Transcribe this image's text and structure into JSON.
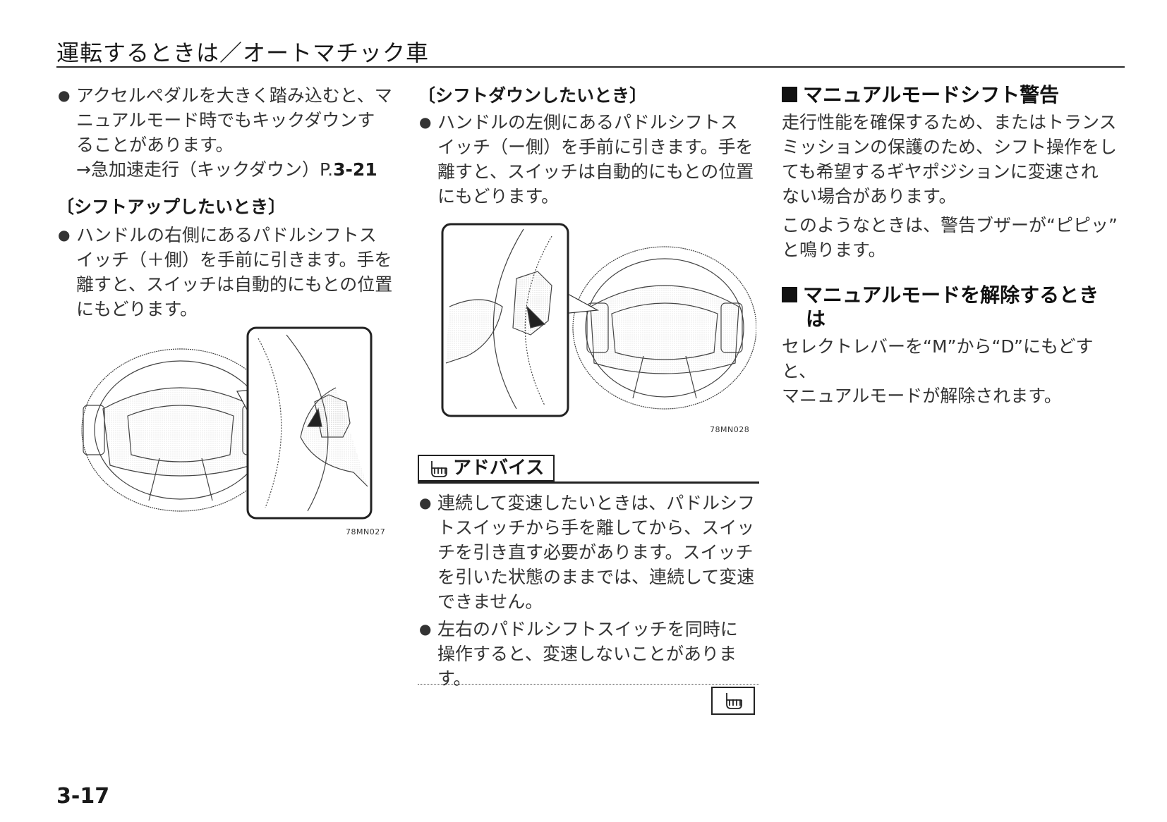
{
  "header": {
    "title": "運転するときは／オートマチック車"
  },
  "col1": {
    "bullet1": [
      "アクセルペダルを大きく踏み込むと、マ",
      "ニュアルモード時でもキックダウンす",
      "ることがあります。"
    ],
    "ref_text": "→急加速走行（キックダウン）P.",
    "ref_page": "3-21",
    "subhead": "〔シフトアップしたいとき〕",
    "bullet2": [
      "ハンドルの右側にあるパドルシフトス",
      "イッチ（＋側）を手前に引きます。手を",
      "離すと、スイッチは自動的にもとの位置",
      "にもどります。"
    ],
    "figure_code": "78MN027"
  },
  "col2": {
    "subhead": "〔シフトダウンしたいとき〕",
    "bullet1": [
      "ハンドルの左側にあるパドルシフトス",
      "イッチ（ー側）を手前に引きます。手を",
      "離すと、スイッチは自動的にもとの位置",
      "にもどります。"
    ],
    "figure_code": "78MN028",
    "advice_label": "アドバイス",
    "advice_bullet1": [
      "連続して変速したいときは、パドルシフ",
      "トスイッチから手を離してから、スイッ",
      "チを引き直す必要があります。スイッチ",
      "を引いた状態のままでは、連続して変速",
      "できません。"
    ],
    "advice_bullet2": [
      "左右のパドルシフトスイッチを同時に",
      "操作すると、変速しないことがありま",
      "す。"
    ]
  },
  "col3": {
    "head1": "マニュアルモードシフト警告",
    "para1": [
      "走行性能を確保するため、またはトランス",
      "ミッションの保護のため、シフト操作をし",
      "ても希望するギヤポジションに変速され",
      "ない場合があります。"
    ],
    "para2": [
      "このようなときは、警告ブザーが“ピピッ”",
      "と鳴ります。"
    ],
    "head2_line1": "マニュアルモードを解除するとき",
    "head2_line2": "は",
    "para3": [
      "セレクトレバーを“M”から“D”にもどすと、",
      "マニュアルモードが解除されます。"
    ]
  },
  "footer": {
    "page_number": "3-17"
  },
  "colors": {
    "text": "#1a1a1a",
    "rule": "#2a2a2a"
  },
  "icons": [
    "bullet-dot-icon",
    "pointing-hand-icon"
  ]
}
